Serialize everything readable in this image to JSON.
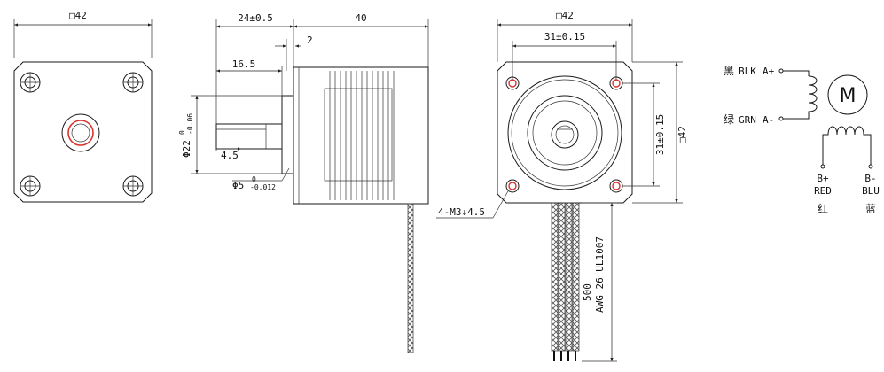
{
  "colors": {
    "line": "#1a1a1a",
    "accent": "#d9342b",
    "background": "#ffffff"
  },
  "front_view": {
    "width_label": "□42"
  },
  "side_view": {
    "shaft_len": "24±0.5",
    "body_len": "40",
    "flange_thk": "2",
    "boss_len": "16.5",
    "boss_dia": "Φ22",
    "boss_tol_upper": "0",
    "boss_tol_lower": "-0.06",
    "shaft_flat": "4.5",
    "shaft_dia": "Φ5",
    "shaft_tol_upper": "0",
    "shaft_tol_lower": "-0.012"
  },
  "rear_view": {
    "width_label": "□42",
    "hole_spacing_h": "31±0.15",
    "hole_spacing_v": "31±0.15",
    "height_label": "□42",
    "hole_note": "4-M3↓4.5",
    "lead_len": "500",
    "wire_spec": "AWG 26 UL1007"
  },
  "wiring": {
    "motor_symbol": "M",
    "a_plus": {
      "cn": "黑",
      "code": "BLK",
      "label": "A+"
    },
    "a_minus": {
      "cn": "绿",
      "code": "GRN",
      "label": "A-"
    },
    "b_plus": {
      "label": "B+",
      "code": "RED",
      "cn": "红"
    },
    "b_minus": {
      "label": "B-",
      "code": "BLU",
      "cn": "蓝"
    }
  }
}
